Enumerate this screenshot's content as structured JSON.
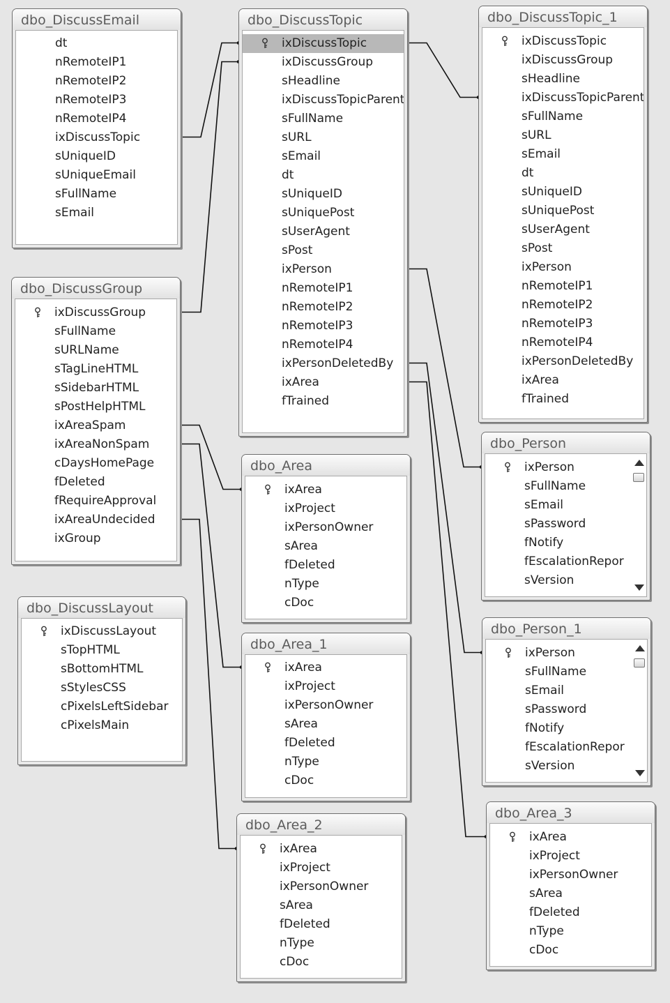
{
  "tables": [
    {
      "id": "t_email",
      "name": "dbo_DiscussEmail",
      "fields": [
        {
          "name": "dt"
        },
        {
          "name": "nRemoteIP1"
        },
        {
          "name": "nRemoteIP2"
        },
        {
          "name": "nRemoteIP3"
        },
        {
          "name": "nRemoteIP4"
        },
        {
          "name": "ixDiscussTopic"
        },
        {
          "name": "sUniqueID"
        },
        {
          "name": "sUniqueEmail"
        },
        {
          "name": "sFullName"
        },
        {
          "name": "sEmail"
        }
      ]
    },
    {
      "id": "t_topic",
      "name": "dbo_DiscussTopic",
      "fields": [
        {
          "name": "ixDiscussTopic",
          "key": true,
          "selected": true
        },
        {
          "name": "ixDiscussGroup"
        },
        {
          "name": "sHeadline"
        },
        {
          "name": "ixDiscussTopicParent"
        },
        {
          "name": "sFullName"
        },
        {
          "name": "sURL"
        },
        {
          "name": "sEmail"
        },
        {
          "name": "dt"
        },
        {
          "name": "sUniqueID"
        },
        {
          "name": "sUniquePost"
        },
        {
          "name": "sUserAgent"
        },
        {
          "name": "sPost"
        },
        {
          "name": "ixPerson"
        },
        {
          "name": "nRemoteIP1"
        },
        {
          "name": "nRemoteIP2"
        },
        {
          "name": "nRemoteIP3"
        },
        {
          "name": "nRemoteIP4"
        },
        {
          "name": "ixPersonDeletedBy"
        },
        {
          "name": "ixArea"
        },
        {
          "name": "fTrained"
        }
      ]
    },
    {
      "id": "t_topic1",
      "name": "dbo_DiscussTopic_1",
      "fields": [
        {
          "name": "ixDiscussTopic",
          "key": true
        },
        {
          "name": "ixDiscussGroup"
        },
        {
          "name": "sHeadline"
        },
        {
          "name": "ixDiscussTopicParent"
        },
        {
          "name": "sFullName"
        },
        {
          "name": "sURL"
        },
        {
          "name": "sEmail"
        },
        {
          "name": "dt"
        },
        {
          "name": "sUniqueID"
        },
        {
          "name": "sUniquePost"
        },
        {
          "name": "sUserAgent"
        },
        {
          "name": "sPost"
        },
        {
          "name": "ixPerson"
        },
        {
          "name": "nRemoteIP1"
        },
        {
          "name": "nRemoteIP2"
        },
        {
          "name": "nRemoteIP3"
        },
        {
          "name": "nRemoteIP4"
        },
        {
          "name": "ixPersonDeletedBy"
        },
        {
          "name": "ixArea"
        },
        {
          "name": "fTrained"
        }
      ]
    },
    {
      "id": "t_group",
      "name": "dbo_DiscussGroup",
      "fields": [
        {
          "name": "ixDiscussGroup",
          "key": true
        },
        {
          "name": "sFullName"
        },
        {
          "name": "sURLName"
        },
        {
          "name": "sTagLineHTML"
        },
        {
          "name": "sSidebarHTML"
        },
        {
          "name": "sPostHelpHTML"
        },
        {
          "name": "ixAreaSpam"
        },
        {
          "name": "ixAreaNonSpam"
        },
        {
          "name": "cDaysHomePage"
        },
        {
          "name": "fDeleted"
        },
        {
          "name": "fRequireApproval"
        },
        {
          "name": "ixAreaUndecided"
        },
        {
          "name": "ixGroup"
        }
      ]
    },
    {
      "id": "t_layout",
      "name": "dbo_DiscussLayout",
      "fields": [
        {
          "name": "ixDiscussLayout",
          "key": true
        },
        {
          "name": "sTopHTML"
        },
        {
          "name": "sBottomHTML"
        },
        {
          "name": "sStylesCSS"
        },
        {
          "name": "cPixelsLeftSidebar"
        },
        {
          "name": "cPixelsMain"
        }
      ]
    },
    {
      "id": "t_area",
      "name": "dbo_Area",
      "fields": [
        {
          "name": "ixArea",
          "key": true
        },
        {
          "name": "ixProject"
        },
        {
          "name": "ixPersonOwner"
        },
        {
          "name": "sArea"
        },
        {
          "name": "fDeleted"
        },
        {
          "name": "nType"
        },
        {
          "name": "cDoc"
        }
      ]
    },
    {
      "id": "t_area1",
      "name": "dbo_Area_1",
      "fields": [
        {
          "name": "ixArea",
          "key": true
        },
        {
          "name": "ixProject"
        },
        {
          "name": "ixPersonOwner"
        },
        {
          "name": "sArea"
        },
        {
          "name": "fDeleted"
        },
        {
          "name": "nType"
        },
        {
          "name": "cDoc"
        }
      ]
    },
    {
      "id": "t_area2",
      "name": "dbo_Area_2",
      "fields": [
        {
          "name": "ixArea",
          "key": true
        },
        {
          "name": "ixProject"
        },
        {
          "name": "ixPersonOwner"
        },
        {
          "name": "sArea"
        },
        {
          "name": "fDeleted"
        },
        {
          "name": "nType"
        },
        {
          "name": "cDoc"
        }
      ]
    },
    {
      "id": "t_person",
      "name": "dbo_Person",
      "fields": [
        {
          "name": "ixPerson",
          "key": true
        },
        {
          "name": "sFullName"
        },
        {
          "name": "sEmail"
        },
        {
          "name": "sPassword"
        },
        {
          "name": "fNotify"
        },
        {
          "name": "fEscalationRepor"
        },
        {
          "name": "sVersion"
        }
      ]
    },
    {
      "id": "t_person1",
      "name": "dbo_Person_1",
      "fields": [
        {
          "name": "ixPerson",
          "key": true
        },
        {
          "name": "sFullName"
        },
        {
          "name": "sEmail"
        },
        {
          "name": "sPassword"
        },
        {
          "name": "fNotify"
        },
        {
          "name": "fEscalationRepor"
        },
        {
          "name": "sVersion"
        }
      ]
    },
    {
      "id": "t_area3",
      "name": "dbo_Area_3",
      "fields": [
        {
          "name": "ixArea",
          "key": true
        },
        {
          "name": "ixProject"
        },
        {
          "name": "ixPersonOwner"
        },
        {
          "name": "sArea"
        },
        {
          "name": "fDeleted"
        },
        {
          "name": "nType"
        },
        {
          "name": "cDoc"
        }
      ]
    }
  ],
  "relationships": [
    {
      "from": "dbo_DiscussEmail.ixDiscussTopic",
      "to": "dbo_DiscussTopic.ixDiscussTopic"
    },
    {
      "from": "dbo_DiscussGroup.ixDiscussGroup",
      "to": "dbo_DiscussTopic.ixDiscussGroup"
    },
    {
      "from": "dbo_DiscussTopic.ixDiscussTopic",
      "to": "dbo_DiscussTopic_1.ixDiscussTopicParent"
    },
    {
      "from": "dbo_DiscussTopic.ixPerson",
      "to": "dbo_Person.ixPerson"
    },
    {
      "from": "dbo_DiscussTopic.ixPersonDeletedBy",
      "to": "dbo_Person_1.ixPerson"
    },
    {
      "from": "dbo_DiscussTopic.ixArea",
      "to": "dbo_Area_3.ixArea"
    },
    {
      "from": "dbo_DiscussGroup.ixAreaSpam",
      "to": "dbo_Area.ixArea"
    },
    {
      "from": "dbo_DiscussGroup.ixAreaNonSpam",
      "to": "dbo_Area_1.ixArea"
    },
    {
      "from": "dbo_DiscussGroup.ixAreaUndecided",
      "to": "dbo_Area_2.ixArea"
    }
  ],
  "icons": {
    "primary_key": "key-icon",
    "scroll_up": "scroll-up-arrow-icon",
    "scroll_down": "scroll-down-arrow-icon"
  }
}
